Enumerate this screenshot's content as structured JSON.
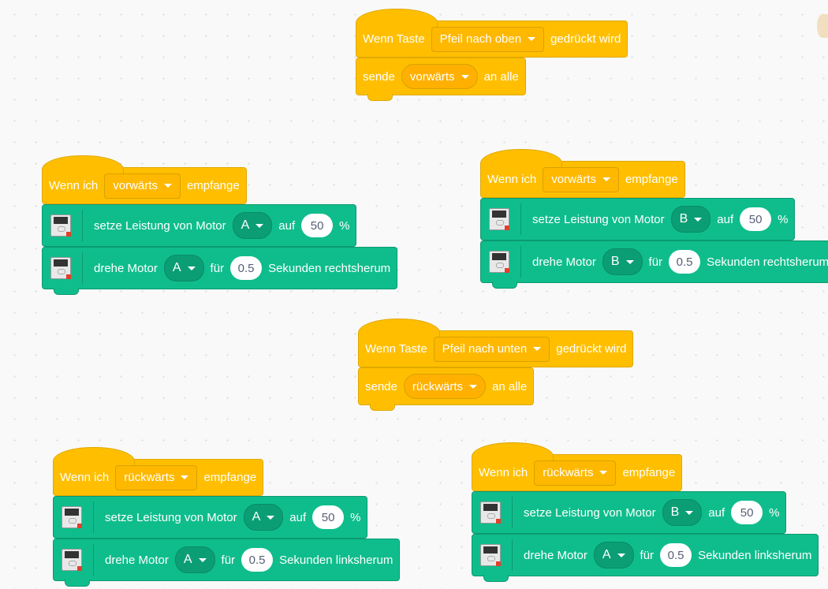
{
  "colors": {
    "event": "#FFBF00",
    "motor": "#0FBD8C"
  },
  "scripts": [
    {
      "blocks": [
        {
          "type": "hat",
          "parts": [
            {
              "t": "text",
              "v": "Wenn Taste"
            },
            {
              "t": "dd",
              "v": "Pfeil nach oben"
            },
            {
              "t": "text",
              "v": "gedrückt wird"
            }
          ]
        },
        {
          "type": "event",
          "parts": [
            {
              "t": "text",
              "v": "sende"
            },
            {
              "t": "ddr",
              "v": "vorwärts"
            },
            {
              "t": "text",
              "v": "an alle"
            }
          ]
        }
      ]
    },
    {
      "blocks": [
        {
          "type": "hat",
          "parts": [
            {
              "t": "text",
              "v": "Wenn ich"
            },
            {
              "t": "dd",
              "v": "vorwärts"
            },
            {
              "t": "text",
              "v": "empfange"
            }
          ]
        },
        {
          "type": "motor",
          "parts": [
            {
              "t": "text",
              "v": "setze Leistung von Motor"
            },
            {
              "t": "ddg",
              "v": "A"
            },
            {
              "t": "text",
              "v": "auf"
            },
            {
              "t": "num",
              "v": "50"
            },
            {
              "t": "text",
              "v": "%"
            }
          ]
        },
        {
          "type": "motor",
          "parts": [
            {
              "t": "text",
              "v": "drehe Motor"
            },
            {
              "t": "ddg",
              "v": "A"
            },
            {
              "t": "text",
              "v": "für"
            },
            {
              "t": "num",
              "v": "0.5"
            },
            {
              "t": "text",
              "v": "Sekunden rechtsherum"
            }
          ]
        }
      ]
    },
    {
      "blocks": [
        {
          "type": "hat",
          "parts": [
            {
              "t": "text",
              "v": "Wenn ich"
            },
            {
              "t": "dd",
              "v": "vorwärts"
            },
            {
              "t": "text",
              "v": "empfange"
            }
          ]
        },
        {
          "type": "motor",
          "parts": [
            {
              "t": "text",
              "v": "setze Leistung von Motor"
            },
            {
              "t": "ddg",
              "v": "B"
            },
            {
              "t": "text",
              "v": "auf"
            },
            {
              "t": "num",
              "v": "50"
            },
            {
              "t": "text",
              "v": "%"
            }
          ]
        },
        {
          "type": "motor",
          "parts": [
            {
              "t": "text",
              "v": "drehe Motor"
            },
            {
              "t": "ddg",
              "v": "B"
            },
            {
              "t": "text",
              "v": "für"
            },
            {
              "t": "num",
              "v": "0.5"
            },
            {
              "t": "text",
              "v": "Sekunden rechtsherum"
            }
          ]
        }
      ]
    },
    {
      "blocks": [
        {
          "type": "hat",
          "parts": [
            {
              "t": "text",
              "v": "Wenn Taste"
            },
            {
              "t": "dd",
              "v": "Pfeil nach unten"
            },
            {
              "t": "text",
              "v": "gedrückt wird"
            }
          ]
        },
        {
          "type": "event",
          "parts": [
            {
              "t": "text",
              "v": "sende"
            },
            {
              "t": "ddr",
              "v": "rückwärts"
            },
            {
              "t": "text",
              "v": "an alle"
            }
          ]
        }
      ]
    },
    {
      "blocks": [
        {
          "type": "hat",
          "parts": [
            {
              "t": "text",
              "v": "Wenn ich"
            },
            {
              "t": "dd",
              "v": "rückwärts"
            },
            {
              "t": "text",
              "v": "empfange"
            }
          ]
        },
        {
          "type": "motor",
          "parts": [
            {
              "t": "text",
              "v": "setze Leistung von Motor"
            },
            {
              "t": "ddg",
              "v": "A"
            },
            {
              "t": "text",
              "v": "auf"
            },
            {
              "t": "num",
              "v": "50"
            },
            {
              "t": "text",
              "v": "%"
            }
          ]
        },
        {
          "type": "motor",
          "parts": [
            {
              "t": "text",
              "v": "drehe Motor"
            },
            {
              "t": "ddg",
              "v": "A"
            },
            {
              "t": "text",
              "v": "für"
            },
            {
              "t": "num",
              "v": "0.5"
            },
            {
              "t": "text",
              "v": "Sekunden linksherum"
            }
          ]
        }
      ]
    },
    {
      "blocks": [
        {
          "type": "hat",
          "parts": [
            {
              "t": "text",
              "v": "Wenn ich"
            },
            {
              "t": "dd",
              "v": "rückwärts"
            },
            {
              "t": "text",
              "v": "empfange"
            }
          ]
        },
        {
          "type": "motor",
          "parts": [
            {
              "t": "text",
              "v": "setze Leistung von Motor"
            },
            {
              "t": "ddg",
              "v": "B"
            },
            {
              "t": "text",
              "v": "auf"
            },
            {
              "t": "num",
              "v": "50"
            },
            {
              "t": "text",
              "v": "%"
            }
          ]
        },
        {
          "type": "motor",
          "parts": [
            {
              "t": "text",
              "v": "drehe Motor"
            },
            {
              "t": "ddg",
              "v": "A"
            },
            {
              "t": "text",
              "v": "für"
            },
            {
              "t": "num",
              "v": "0.5"
            },
            {
              "t": "text",
              "v": "Sekunden linksherum"
            }
          ]
        }
      ]
    }
  ]
}
